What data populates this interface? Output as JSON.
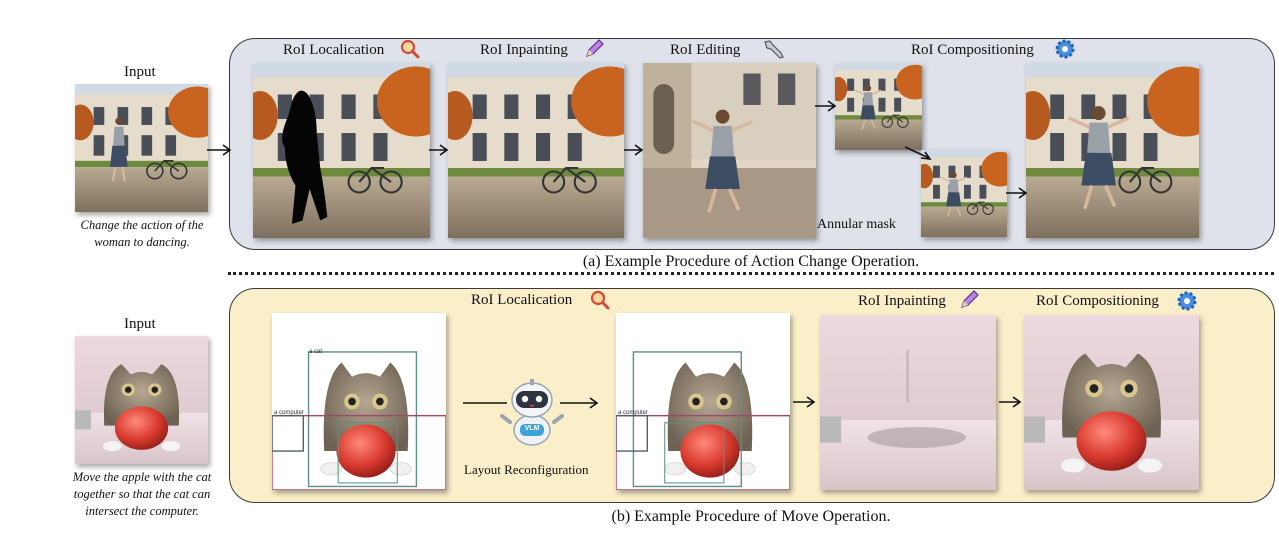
{
  "section_a": {
    "input_label": "Input",
    "input_caption_line1": "Change the action of the",
    "input_caption_line2": "woman to dancing.",
    "stage_localization": "RoI Localication",
    "stage_inpainting": "RoI Inpainting",
    "stage_editing": "RoI Editing",
    "stage_compositioning": "RoI Compositioning",
    "annular_mask": "Annular mask",
    "caption": "(a) Example Procedure of Action Change Operation."
  },
  "section_b": {
    "input_label": "Input",
    "input_caption_line1": "Move the apple with the cat",
    "input_caption_line2": "together so that the cat can",
    "input_caption_line3": "intersect the computer.",
    "stage_localization": "RoI Localication",
    "stage_inpainting": "RoI Inpainting",
    "stage_compositioning": "RoI Compositioning",
    "vlm_text": "VLM",
    "layout_label": "Layout Reconfiguration",
    "box_label_computer": "a computer",
    "box_label_cat": "a cat",
    "caption": "(b) Example Procedure of Move Operation."
  },
  "icons": {
    "localization": "magnifier-icon",
    "inpainting": "pencil-icon",
    "editing": "wrench-icon",
    "compositioning": "gear-icon",
    "robot": "robot-icon"
  },
  "colors": {
    "panel_a_bg": "#dfe2ea",
    "panel_b_bg": "#fbefca",
    "bbox_cat": "#5f8f86",
    "bbox_apple": "#a0466a",
    "bbox_computer": "#55606b"
  }
}
